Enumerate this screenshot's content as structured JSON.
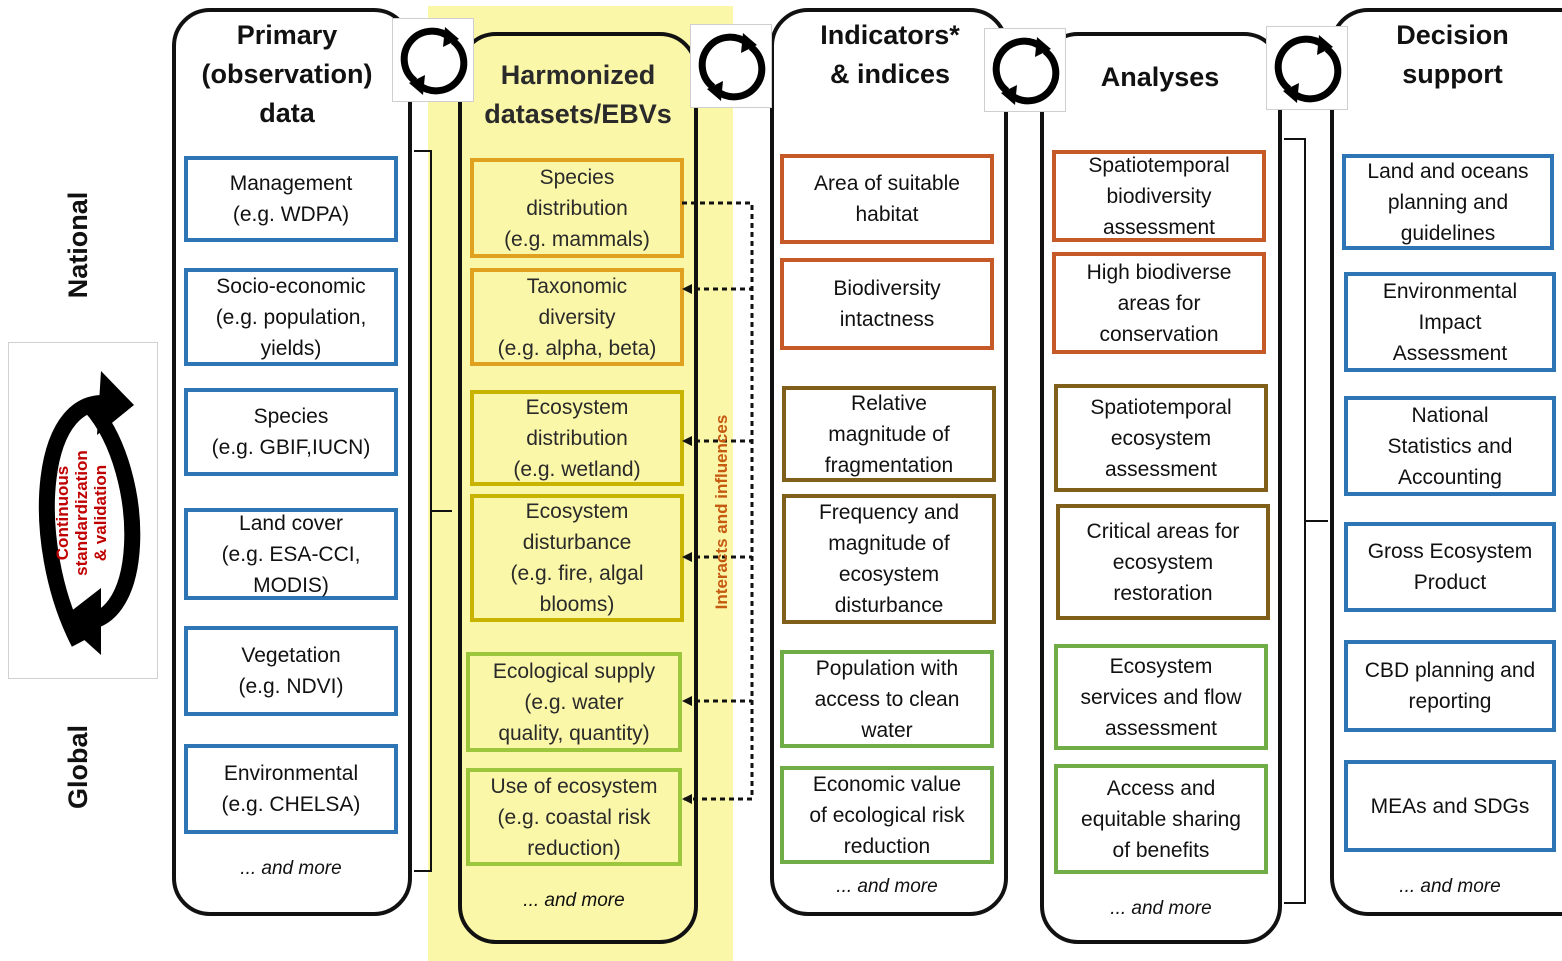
{
  "left": {
    "national": "National",
    "global": "Global",
    "cycle_text_line1": "Continuous",
    "cycle_text_line2": "standardization",
    "cycle_text_line3": "& validation"
  },
  "columns": [
    {
      "title": [
        "Primary",
        "(observation)",
        "data"
      ],
      "more": "... and more",
      "boxes": [
        {
          "lines": [
            "Management",
            "(e.g. WDPA)"
          ],
          "color": "#2e75b6"
        },
        {
          "lines": [
            "Socio-economic",
            "(e.g. population,",
            "yields)"
          ],
          "color": "#2e75b6"
        },
        {
          "lines": [
            "Species",
            "(e.g. GBIF,IUCN)"
          ],
          "color": "#2e75b6"
        },
        {
          "lines": [
            "Land cover",
            "(e.g. ESA-CCI,",
            "MODIS)"
          ],
          "color": "#2e75b6"
        },
        {
          "lines": [
            "Vegetation",
            "(e.g. NDVI)"
          ],
          "color": "#2e75b6"
        },
        {
          "lines": [
            "Environmental",
            "(e.g. CHELSA)"
          ],
          "color": "#2e75b6"
        }
      ]
    },
    {
      "title": [
        "Harmonized",
        "datasets/EBVs"
      ],
      "more": "... and more",
      "boxes": [
        {
          "lines": [
            "Species",
            "distribution",
            "(e.g. mammals)"
          ],
          "color": "#e0a020"
        },
        {
          "lines": [
            "Taxonomic",
            "diversity",
            "(e.g. alpha, beta)"
          ],
          "color": "#e0a020"
        },
        {
          "lines": [
            "Ecosystem",
            "distribution",
            "(e.g. wetland)"
          ],
          "color": "#c8b400"
        },
        {
          "lines": [
            "Ecosystem",
            "disturbance",
            "(e.g. fire, algal",
            "blooms)"
          ],
          "color": "#c8b400"
        },
        {
          "lines": [
            "Ecological supply",
            "(e.g. water",
            "quality, quantity)"
          ],
          "color": "#9cc63c"
        },
        {
          "lines": [
            "Use of ecosystem",
            "(e.g. coastal risk",
            "reduction)"
          ],
          "color": "#9cc63c"
        }
      ],
      "side_label": "Interacts and influences"
    },
    {
      "title": [
        "Indicators*",
        "& indices"
      ],
      "more": "... and more",
      "boxes": [
        {
          "lines": [
            "Area of suitable",
            "habitat"
          ],
          "color": "#c55a28"
        },
        {
          "lines": [
            "Biodiversity",
            "intactness"
          ],
          "color": "#c55a28"
        },
        {
          "lines": [
            "Relative",
            "magnitude of",
            "fragmentation"
          ],
          "color": "#7f5f1a"
        },
        {
          "lines": [
            "Frequency and",
            "magnitude of",
            "ecosystem",
            "disturbance"
          ],
          "color": "#7f5f1a"
        },
        {
          "lines": [
            "Population with",
            "access to clean",
            "water"
          ],
          "color": "#70ad47"
        },
        {
          "lines": [
            "Economic value",
            "of ecological risk",
            "reduction"
          ],
          "color": "#70ad47"
        }
      ]
    },
    {
      "title": [
        "Analyses"
      ],
      "more": "... and more",
      "boxes": [
        {
          "lines": [
            "Spatiotemporal",
            "biodiversity",
            "assessment"
          ],
          "color": "#c55a28"
        },
        {
          "lines": [
            "High biodiverse",
            "areas for",
            "conservation"
          ],
          "color": "#c55a28"
        },
        {
          "lines": [
            "Spatiotemporal",
            "ecosystem",
            "assessment"
          ],
          "color": "#7f5f1a"
        },
        {
          "lines": [
            "Critical areas for",
            "ecosystem",
            "restoration"
          ],
          "color": "#7f5f1a"
        },
        {
          "lines": [
            "Ecosystem",
            "services and flow",
            "assessment"
          ],
          "color": "#70ad47"
        },
        {
          "lines": [
            "Access and",
            "equitable sharing",
            "of benefits"
          ],
          "color": "#70ad47"
        }
      ]
    },
    {
      "title": [
        "Decision",
        "support"
      ],
      "more": "... and more",
      "boxes": [
        {
          "lines": [
            "Land and oceans",
            "planning and",
            "guidelines"
          ],
          "color": "#2e75b6"
        },
        {
          "lines": [
            "Environmental",
            "Impact",
            "Assessment"
          ],
          "color": "#2e75b6"
        },
        {
          "lines": [
            "National",
            "Statistics and",
            "Accounting"
          ],
          "color": "#2e75b6"
        },
        {
          "lines": [
            "Gross Ecosystem",
            "Product"
          ],
          "color": "#2e75b6"
        },
        {
          "lines": [
            "CBD planning and",
            "reporting"
          ],
          "color": "#2e75b6"
        },
        {
          "lines": [
            "MEAs and SDGs"
          ],
          "color": "#2e75b6"
        }
      ]
    }
  ],
  "icons": {
    "cycle": "refresh-cycle-icon"
  }
}
